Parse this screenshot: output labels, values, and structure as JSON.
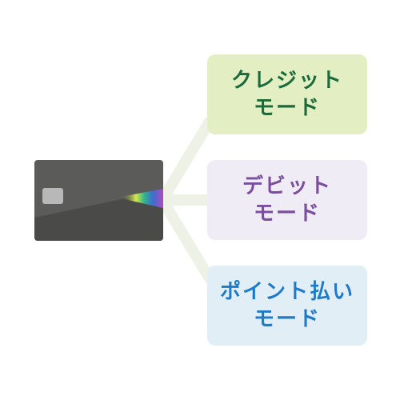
{
  "colors": {
    "connector": "#eef2e6",
    "card_body": "#5b5c5a",
    "card_lower": "#4a4b49",
    "chip": "#b8b8b8",
    "credit_bg": "#e3efc3",
    "credit_text": "#1a6b3c",
    "debit_bg": "#efecf5",
    "debit_text": "#7a4e9c",
    "points_bg": "#e2eef6",
    "points_text": "#1e7bc8"
  },
  "card": {
    "icon": "credit-card-icon"
  },
  "modes": [
    {
      "line1": "クレジット",
      "line2": "モード"
    },
    {
      "line1": "デビット",
      "line2": "モード"
    },
    {
      "line1": "ポイント払い",
      "line2": "モード"
    }
  ]
}
